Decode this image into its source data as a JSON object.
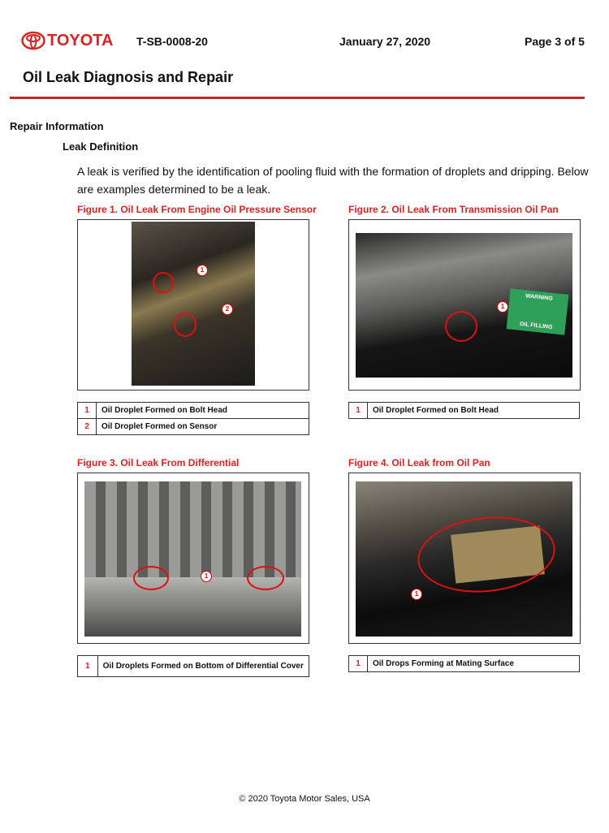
{
  "header": {
    "brand": "TOYOTA",
    "doc_id": "T-SB-0008-20",
    "date": "January 27, 2020",
    "page": "Page 3 of 5"
  },
  "title": "Oil Leak Diagnosis and Repair",
  "section": "Repair Information",
  "subsection": "Leak Definition",
  "paragraph": "A leak is verified by the identification of pooling fluid with the formation of droplets and dripping. Below are examples determined to be a leak.",
  "figures": [
    {
      "caption": "Figure 1. Oil Leak From Engine Oil Pressure Sensor",
      "legend": [
        {
          "n": "1",
          "text": "Oil Droplet Formed on Bolt Head"
        },
        {
          "n": "2",
          "text": "Oil Droplet Formed on Sensor"
        }
      ],
      "photo_label": "OIL FILLING"
    },
    {
      "caption": "Figure 2. Oil Leak From Transmission Oil Pan",
      "legend": [
        {
          "n": "1",
          "text": "Oil Droplet Formed on Bolt Head"
        }
      ],
      "photo_label": "WARNING"
    },
    {
      "caption": "Figure 3. Oil Leak From Differential",
      "legend": [
        {
          "n": "1",
          "text": "Oil Droplets Formed on Bottom of Differential Cover"
        }
      ]
    },
    {
      "caption": "Figure 4. Oil Leak from Oil Pan",
      "legend": [
        {
          "n": "1",
          "text": "Oil Drops Forming at Mating Surface"
        }
      ]
    }
  ],
  "footer": "© 2020 Toyota Motor Sales, USA",
  "colors": {
    "accent": "#c0282d",
    "caption": "#e02020"
  }
}
